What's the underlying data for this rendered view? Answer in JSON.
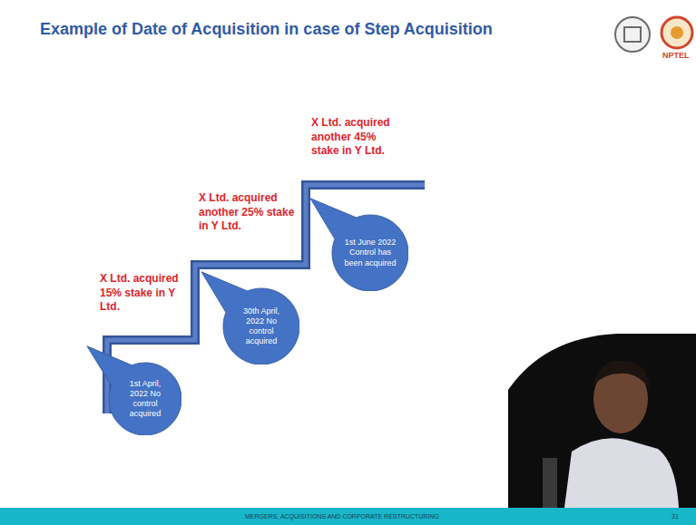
{
  "diagram": {
    "title": "Example of Date of Acquisition in case of Step Acquisition",
    "nodes": [
      {
        "text": [
          "1st April, 2022 No control acquired"
        ]
      },
      {
        "text": [
          "30th April, 2022 No control acquired"
        ]
      },
      {
        "text": [
          "1st June 2022 Control has been acquired"
        ]
      }
    ],
    "labels": [
      "X Ltd. acquired 15% stake in Y Ltd.",
      "X Ltd. acquired another 25% stake in Y Ltd.",
      "X Ltd. acquired another 45% stake in Y Ltd.",
      "NPTEL",
      "MERGERS, ACQUISITIONS AND CORPORATE RESTRUCTURING",
      "31"
    ]
  }
}
